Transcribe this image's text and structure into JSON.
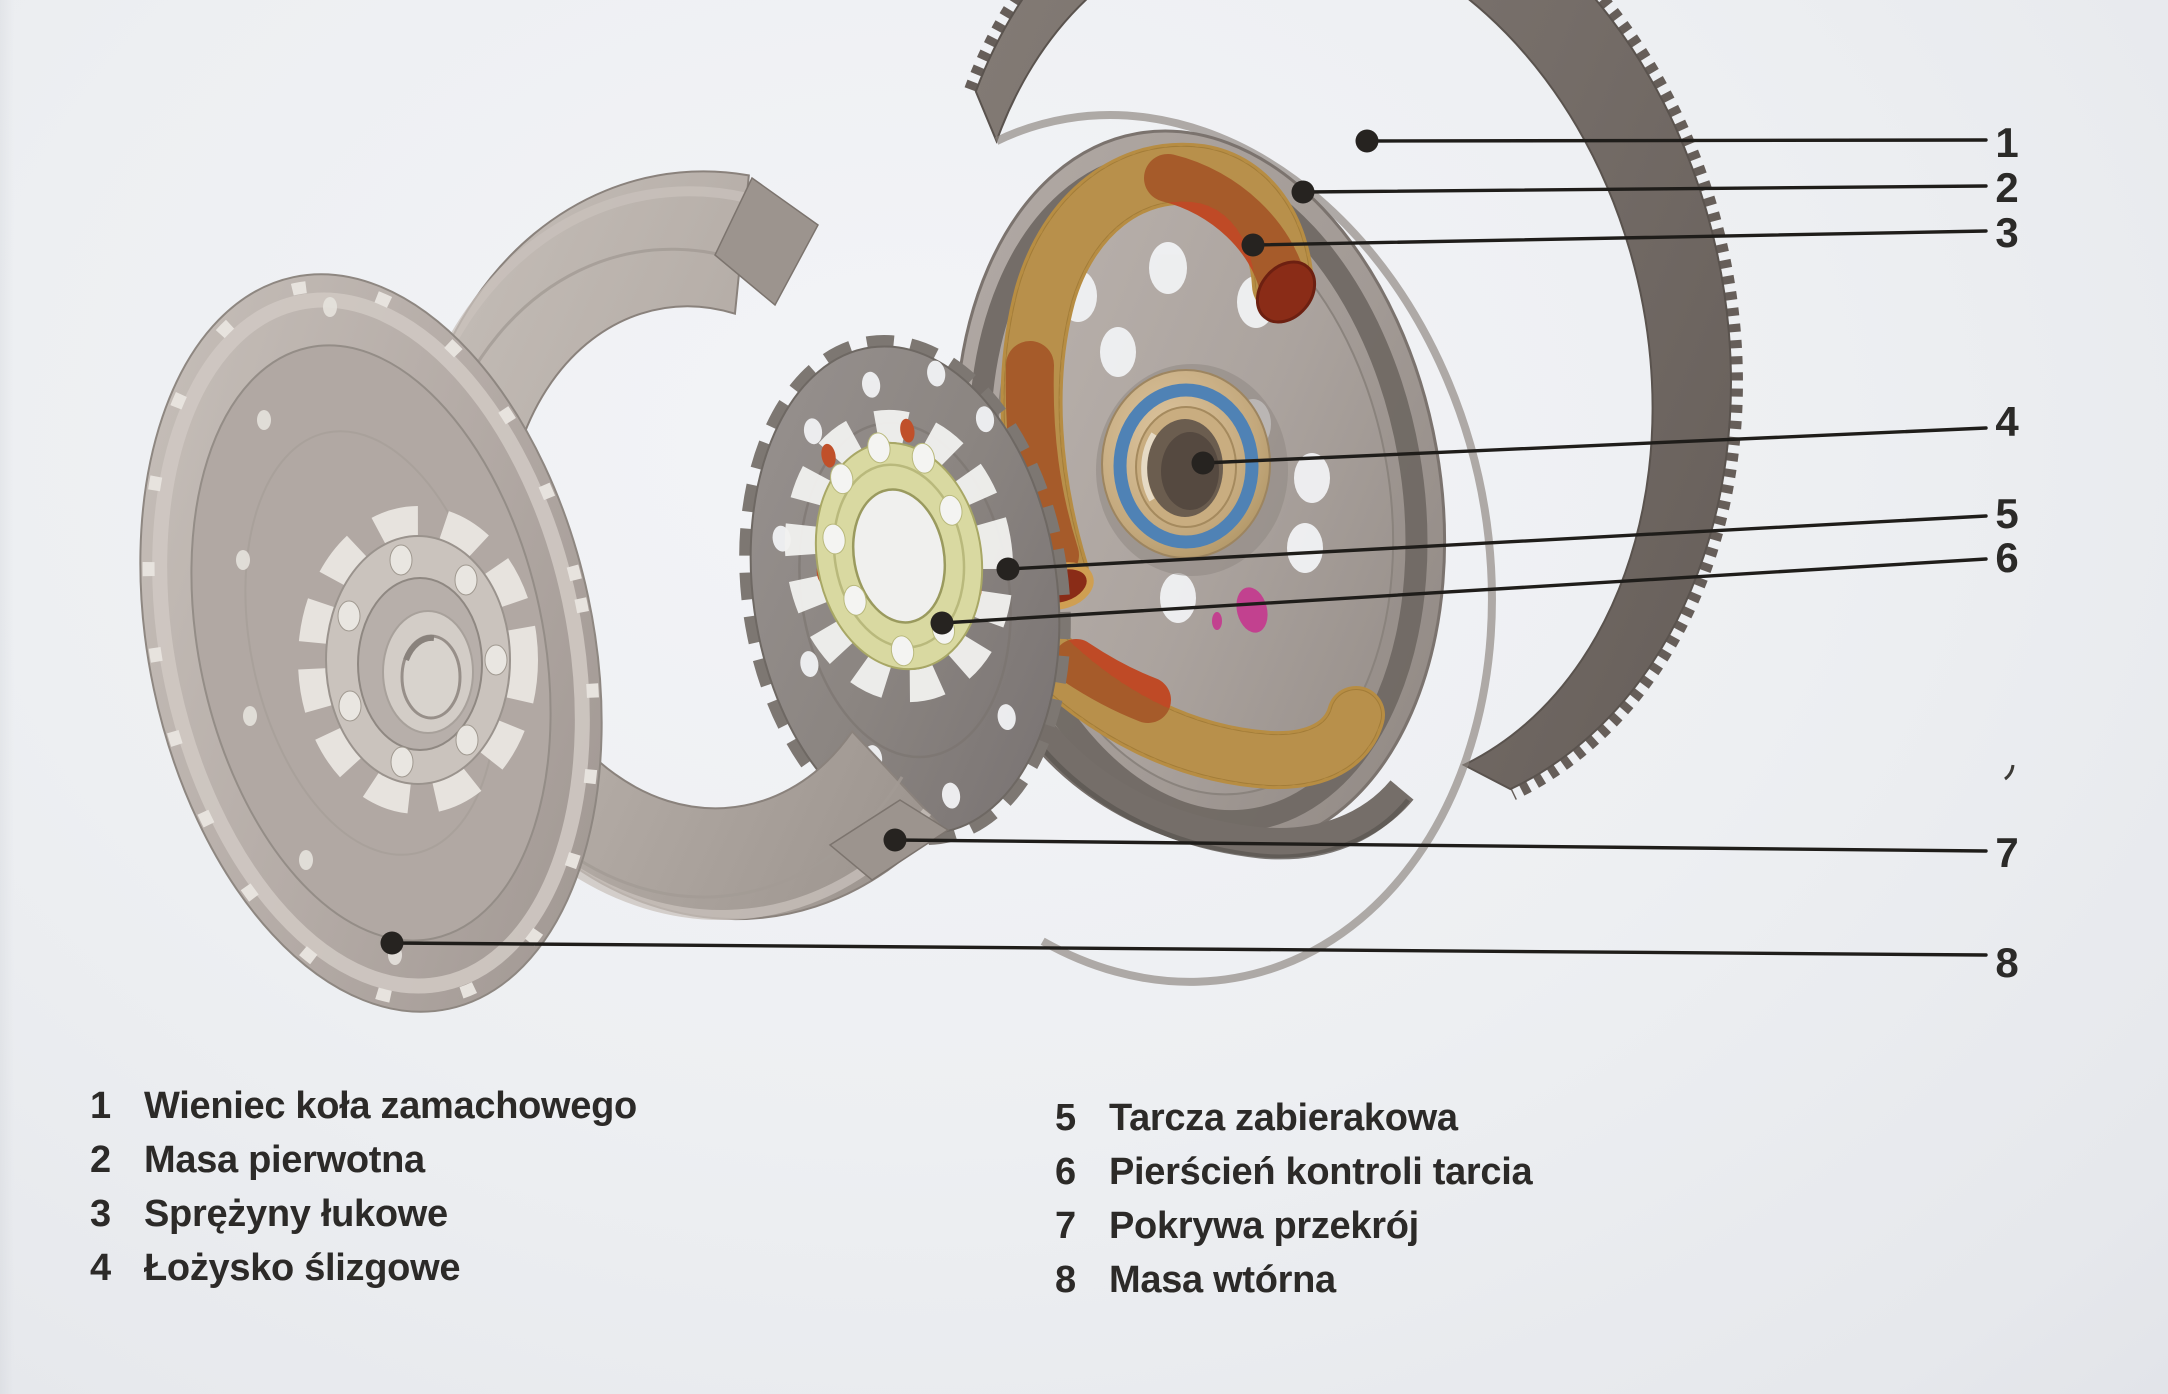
{
  "figure": {
    "kind": "exploded-parts-diagram",
    "subject": "Dwumasowe koło zamachowe (dual-mass flywheel), widok rozłożony",
    "language": "Polish",
    "callout_numbers_right_column": [
      "1",
      "2",
      "3",
      "4",
      "5",
      "6",
      "7",
      "8"
    ]
  },
  "parts": [
    {
      "num": "1",
      "label": "Wieniec koła zamachowego"
    },
    {
      "num": "2",
      "label": "Masa pierwotna"
    },
    {
      "num": "3",
      "label": "Sprężyny łukowe"
    },
    {
      "num": "4",
      "label": "Łożysko ślizgowe"
    },
    {
      "num": "5",
      "label": "Tarcza zabierakowa"
    },
    {
      "num": "6",
      "label": "Pierścień kontroli tarcia"
    },
    {
      "num": "7",
      "label": "Pokrywa przekrój"
    },
    {
      "num": "8",
      "label": "Masa wtórna"
    }
  ],
  "colors": {
    "background": "#edeff2",
    "leader_line": "#1f1d1a",
    "text": "#2c2a28",
    "ring_gear": "#7a726d",
    "metal_light": "#cfc8c2",
    "metal_mid": "#a9a19c",
    "metal_dark": "#756e69",
    "spring_yellow": "#e2b468",
    "spring_red": "#bf4a26",
    "spring_end_dark_red": "#8a2c17",
    "friction_ring_green": "#d9d9a1",
    "hub_blue": "#4f82b5",
    "bearing_tan": "#c9ad80",
    "magenta_mark": "#c2418f"
  }
}
